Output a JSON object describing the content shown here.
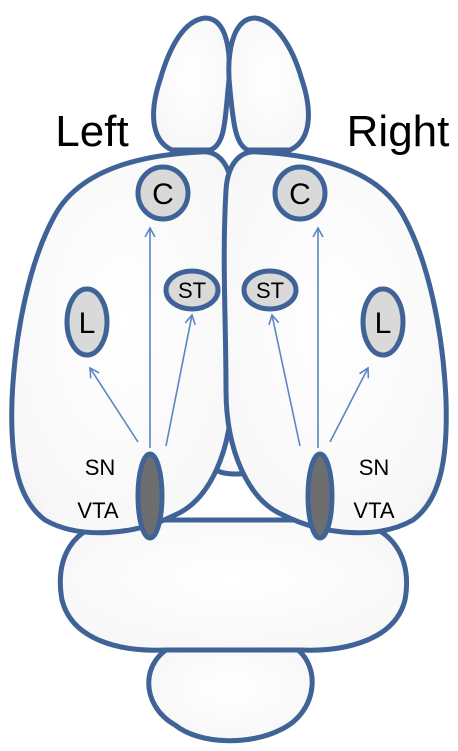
{
  "hemispheres": {
    "left": "Left",
    "right": "Right"
  },
  "regions": {
    "cortex": "C",
    "striatum": "ST",
    "lateral": "L",
    "source_top": "SN",
    "source_bottom": "VTA"
  },
  "colors": {
    "outline": "#3f6397",
    "fill": "#f2f2f2",
    "region_fill": "#d9d9d9",
    "source_fill": "#6e6e6e",
    "arrow": "#5b86c4"
  }
}
